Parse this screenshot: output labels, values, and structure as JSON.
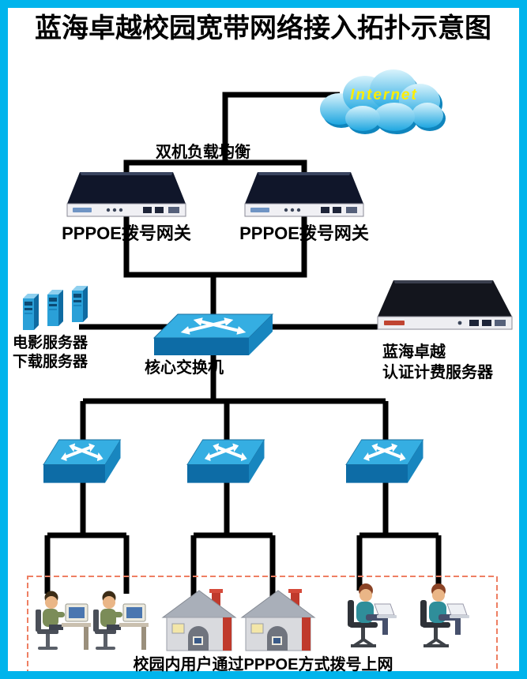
{
  "title": "蓝海卓越校园宽带网络接入拓扑示意图",
  "internet_cloud": {
    "label": "Internet"
  },
  "gateways": {
    "load_balance_label": "双机负载均衡",
    "left_label": "PPPOE拨号网关",
    "right_label": "PPPOE拨号网关"
  },
  "media_servers": {
    "line1": "电影服务器",
    "line2": "下载服务器"
  },
  "core_switch": {
    "label": "核心交换机"
  },
  "billing_server": {
    "line1": "蓝海卓越",
    "line2": "认证计费服务器"
  },
  "user_zone": {
    "label": "校园内用户通过PPPOE方式拨号上网"
  },
  "colors": {
    "frame": "#00b4ec",
    "connector": "#000000",
    "switch_top": "#35aee2",
    "switch_front": "#0d6ca6",
    "cloud_fill": "#2ab0e4",
    "internet_text": "#ffee00",
    "user_zone_border": "#ee7f63"
  }
}
